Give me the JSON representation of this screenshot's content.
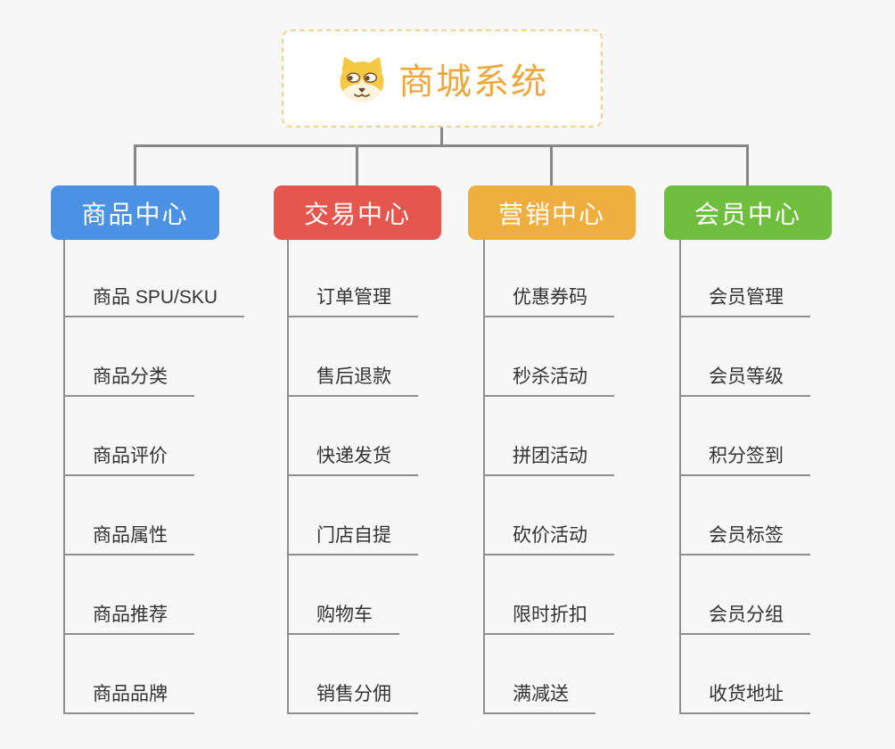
{
  "root": {
    "title": "商城系统",
    "icon": "dog-icon"
  },
  "columns": [
    {
      "label": "商品中心",
      "color": "#4b92e5",
      "items": [
        "商品 SPU/SKU",
        "商品分类",
        "商品评价",
        "商品属性",
        "商品推荐",
        "商品品牌"
      ]
    },
    {
      "label": "交易中心",
      "color": "#e5564e",
      "items": [
        "订单管理",
        "售后退款",
        "快递发货",
        "门店自提",
        "购物车",
        "销售分佣"
      ]
    },
    {
      "label": "营销中心",
      "color": "#efae40",
      "items": [
        "优惠券码",
        "秒杀活动",
        "拼团活动",
        "砍价活动",
        "限时折扣",
        "满减送"
      ]
    },
    {
      "label": "会员中心",
      "color": "#6fbe3e",
      "items": [
        "会员管理",
        "会员等级",
        "积分签到",
        "会员标签",
        "会员分组",
        "收货地址"
      ]
    }
  ],
  "colors": {
    "background": "#f7f7f7",
    "connector": "#878787",
    "leaf_line": "#8f8f8f",
    "root_accent": "#f0a83c",
    "root_border": "#f3d291",
    "leaf_text": "#333333"
  }
}
